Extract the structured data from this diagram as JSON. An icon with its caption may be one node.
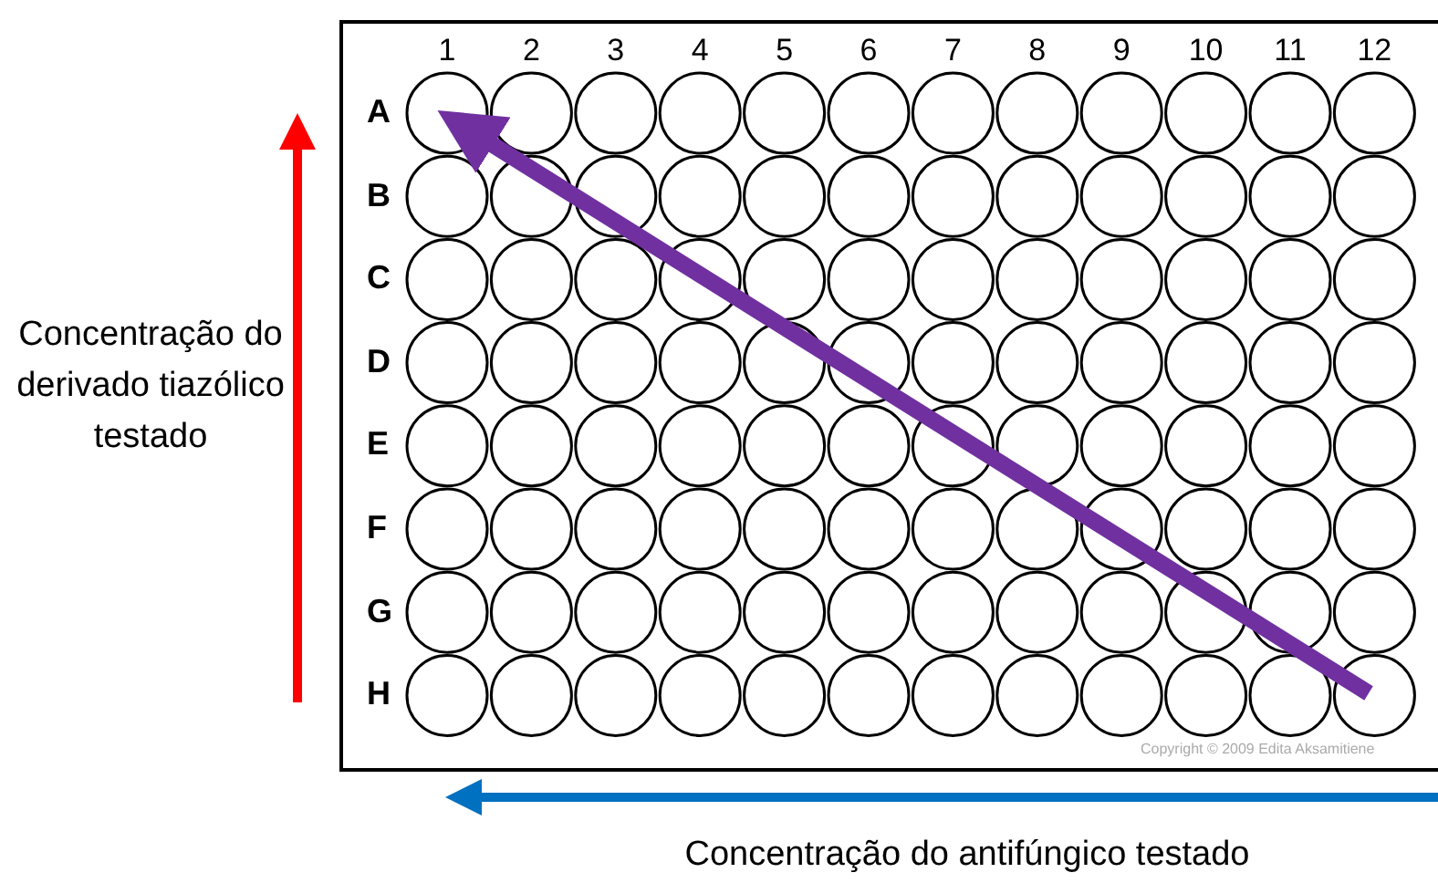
{
  "diagram": {
    "labels": [
      "1",
      "2",
      "3",
      "4",
      "5",
      "6",
      "7",
      "8",
      "9",
      "10",
      "11",
      "12",
      "A",
      "B",
      "C",
      "D",
      "E",
      "F",
      "G",
      "H",
      "Concentração do derivado tiazólico testado",
      "Copyright © 2009 Edita Aksamitiene",
      "Concentração do antifúngico testado"
    ]
  }
}
